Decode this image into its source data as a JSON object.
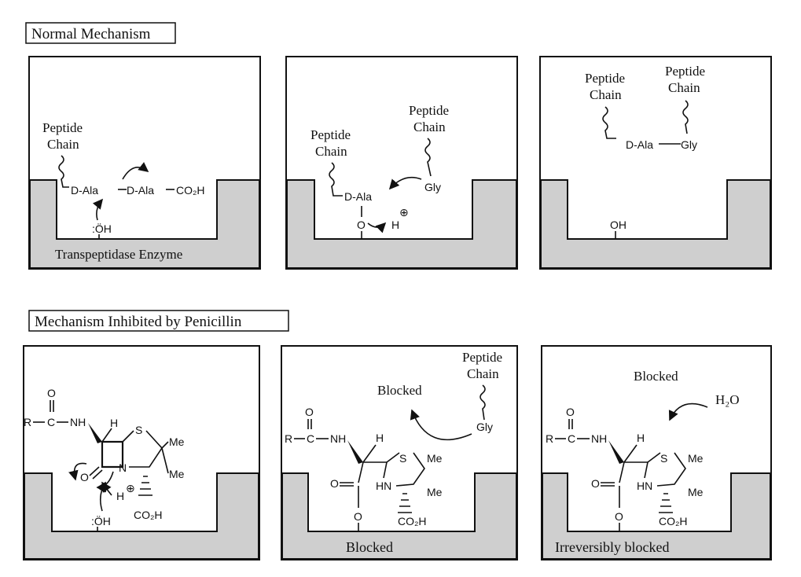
{
  "sections": {
    "normal_title": "Normal Mechanism",
    "inhibited_title": "Mechanism Inhibited by Penicillin"
  },
  "labels": {
    "peptide": "Peptide",
    "chain": "Chain",
    "d_ala": "D-Ala",
    "co2h": "CO₂H",
    "co2h_bottom": "CO₂H",
    "oh": "OH",
    "oh_lone": ":ÖH",
    "o": "O",
    "h": "H",
    "gly": "Gly",
    "enzyme": "Transpeptidase Enzyme",
    "plus": "⊕",
    "r": "R",
    "c": "C",
    "nh": "NH",
    "s": "S",
    "me": "Me",
    "hn": "HN",
    "n": "N",
    "blocked": "Blocked",
    "h2o": "H₂O",
    "irreversibly_blocked": "Irreversibly blocked"
  },
  "colors": {
    "enzyme_fill": "#cfcfcf",
    "ink": "#111111"
  }
}
